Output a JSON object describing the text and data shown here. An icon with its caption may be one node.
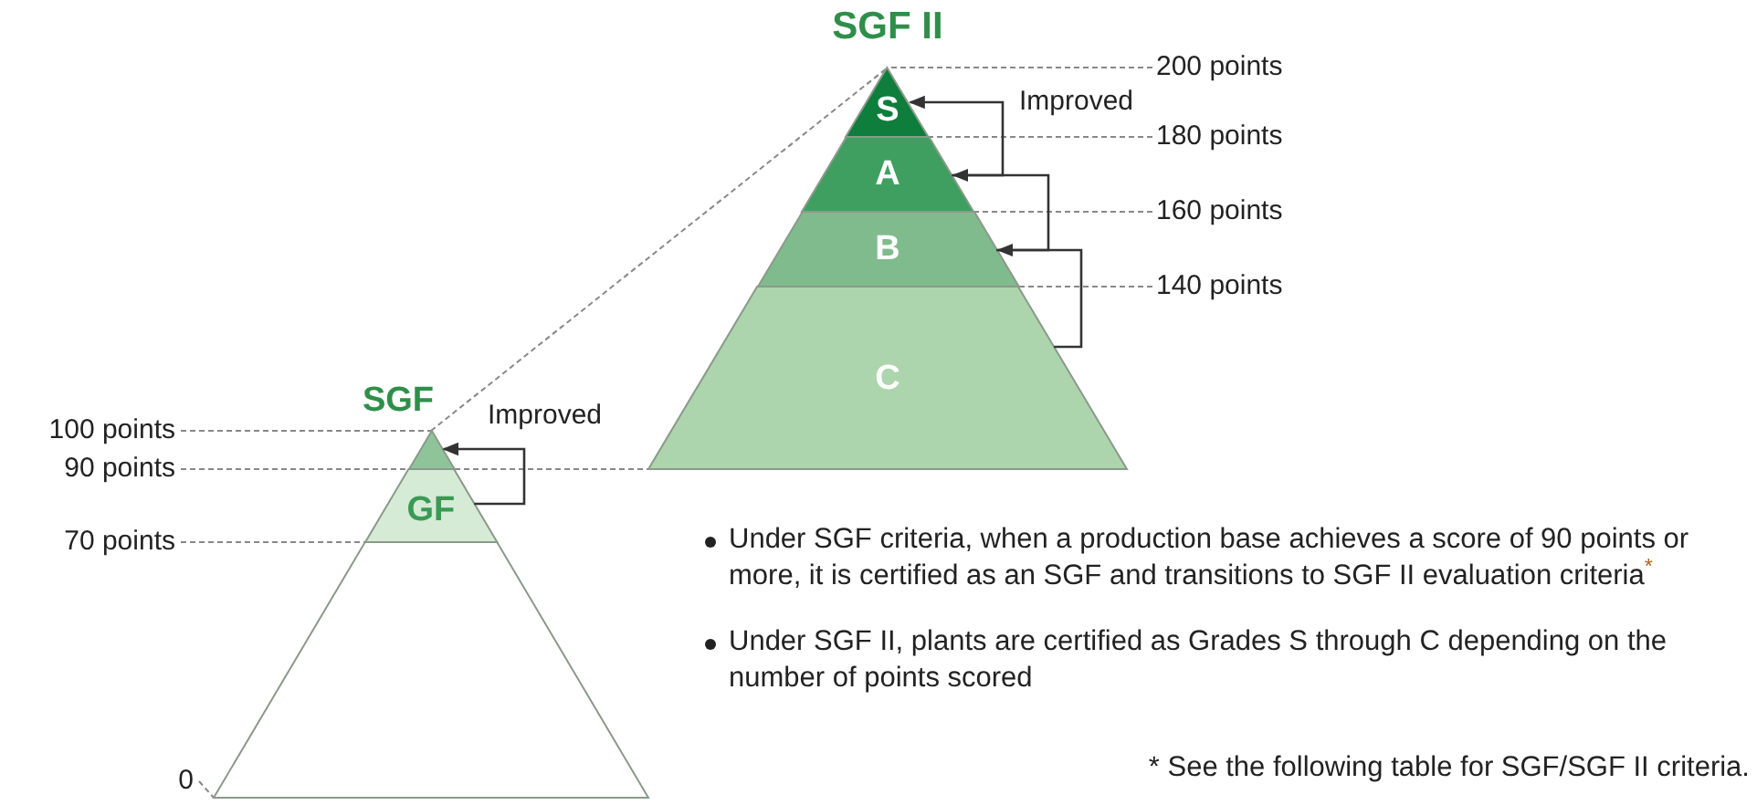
{
  "diagram": {
    "nodes": [
      {
        "text": [
          "S"
        ]
      },
      {
        "text": [
          "A"
        ]
      },
      {
        "text": [
          "B"
        ]
      },
      {
        "text": [
          "C"
        ]
      },
      {
        "text": [],
        "shape": "triangle"
      },
      {
        "text": [
          "GF"
        ]
      },
      {
        "text": [],
        "shape": "trapezoid"
      },
      {
        "text": [
          "200 points"
        ]
      },
      {
        "text": [
          "180 points"
        ]
      },
      {
        "text": [
          "160 points"
        ]
      },
      {
        "text": [
          "140 points"
        ]
      },
      {
        "text": [
          "100 points"
        ]
      },
      {
        "text": [
          "90 points"
        ]
      },
      {
        "text": [
          "70 points"
        ]
      },
      {
        "text": [
          "0"
        ]
      }
    ],
    "edges": [
      {
        "from": 1,
        "to": 0,
        "arrow": "to",
        "label": "Improved",
        "color": "#333333"
      },
      {
        "from": 2,
        "to": 1,
        "arrow": "to",
        "color": "#333333"
      },
      {
        "from": 3,
        "to": 2,
        "arrow": "to",
        "color": "#333333"
      },
      {
        "from": 5,
        "to": 4,
        "arrow": "to",
        "label": "Improved",
        "color": "#333333"
      },
      {
        "from": 4,
        "to": 0,
        "arrow": "none",
        "style": "dashed"
      },
      {
        "from": 7,
        "to": 0,
        "arrow": "none",
        "style": "dashed"
      },
      {
        "from": 8,
        "to": 0,
        "arrow": "none",
        "style": "dashed"
      },
      {
        "from": 9,
        "to": 1,
        "arrow": "none",
        "style": "dashed"
      },
      {
        "from": 10,
        "to": 2,
        "arrow": "none",
        "style": "dashed"
      },
      {
        "from": 11,
        "to": 4,
        "arrow": "none",
        "style": "dashed"
      },
      {
        "from": 12,
        "to": 3,
        "arrow": "none",
        "style": "dashed"
      },
      {
        "from": 13,
        "to": 5,
        "arrow": "none",
        "style": "dashed"
      },
      {
        "from": 14,
        "to": 6,
        "arrow": "none",
        "style": "dashed"
      }
    ],
    "labels": [
      "SGF II",
      "SGF",
      "Under SGF criteria, when a production base achieves a score of 90 points or more, it is certified as an SGF and transitions to SGF II evaluation criteria$^{*}$",
      "Under SGF II, plants are certified as Grades S through C depending on the number of points scored",
      "* See the following table for SGF/SGF II criteria."
    ]
  }
}
